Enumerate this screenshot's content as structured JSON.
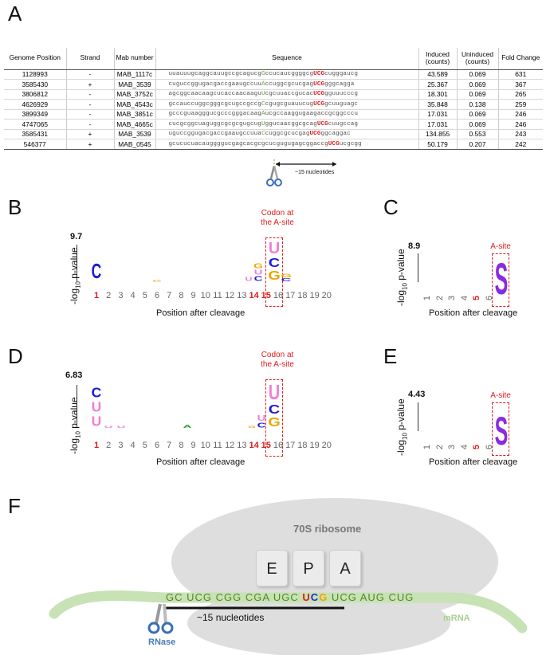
{
  "panels": {
    "a": "A",
    "b": "B",
    "c": "C",
    "d": "D",
    "e": "E",
    "f": "F"
  },
  "table": {
    "headers": [
      "Genome Position",
      "Strand",
      "Mab number",
      "Sequence",
      "Induced (counts)",
      "Uninduced (counts)",
      "Fold Change"
    ],
    "rows": [
      {
        "pos": "1128993",
        "strand": "-",
        "mab": "MAB_1117c",
        "seq_pre": "uuauuugcaggcauugccgcagucg",
        "seq_g": "G",
        "seq_mid": "ccucaucggggcg",
        "seq_ucg": "UCG",
        "seq_post": "cugggaucg",
        "induced": "43.589",
        "uninduced": "0.069",
        "fold": "631"
      },
      {
        "pos": "3585430",
        "strand": "+",
        "mab": "MAB_3539",
        "seq_pre": "cuguccggugacgaccgaaugccuu",
        "seq_g": "A",
        "seq_mid": "ccuggcgcucgag",
        "seq_ucg": "UCG",
        "seq_post": "gggcagga",
        "induced": "25.367",
        "uninduced": "0.069",
        "fold": "367"
      },
      {
        "pos": "3806812",
        "strand": "-",
        "mab": "MAB_3752c",
        "seq_pre": "agcggcaacaagcucaccaacaagu",
        "seq_g": "U",
        "seq_mid": "cgcuuaccgucac",
        "seq_ucg": "UCG",
        "seq_post": "gguuucccg",
        "induced": "18.301",
        "uninduced": "0.069",
        "fold": "265"
      },
      {
        "pos": "4626929",
        "strand": "-",
        "mab": "MAB_4543c",
        "seq_pre": "gccauccuggcgggcgcugccgccg",
        "seq_g": "C",
        "seq_mid": "cgugcguauucug",
        "seq_ucg": "UCG",
        "seq_post": "gcuuguagc",
        "induced": "35.848",
        "uninduced": "0.138",
        "fold": "259"
      },
      {
        "pos": "3899349",
        "strand": "-",
        "mab": "MAB_3851c",
        "seq_pre": "gcccguaagggucgcccgggacaag",
        "seq_g": "A",
        "seq_mid": "ucgccaaggugaa",
        "seq_ucg": "",
        "seq_post": "gaccgcggcccu",
        "induced": "17.031",
        "uninduced": "0.069",
        "fold": "246"
      },
      {
        "pos": "4747065",
        "strand": "-",
        "mab": "MAB_4665c",
        "seq_pre": "cucgcggcuaguggcgcgcgugcug",
        "seq_g": "U",
        "seq_mid": "ggucaacggcgcag",
        "seq_ucg": "UCG",
        "seq_post": "cuugccag",
        "induced": "17.031",
        "uninduced": "0.069",
        "fold": "246"
      },
      {
        "pos": "3585431",
        "strand": "+",
        "mab": "MAB_3539",
        "seq_pre": "uguccggugacgaccgaaugccuua",
        "seq_g": "C",
        "seq_mid": "cuggcgcucgag",
        "seq_ucg": "UCG",
        "seq_post": "ggcaggac",
        "induced": "134.855",
        "uninduced": "0.553",
        "fold": "243"
      },
      {
        "pos": "546377",
        "strand": "+",
        "mab": "MAB_0545",
        "seq_pre": "gcucucuacauggggucgagcacgcg",
        "seq_g": "",
        "seq_mid": "cucgugugagcggaccg",
        "seq_ucg": "UCG",
        "seq_post": "ucgcgg",
        "induced": "50.179",
        "uninduced": "0.207",
        "fold": "242"
      }
    ],
    "cleavage_note": "~15 nucleotides"
  },
  "logos": {
    "ylabel": "-log10 p-value",
    "xlabel": "Position after cleavage",
    "b": {
      "ymax": "9.7",
      "codon_label_1": "Codon at",
      "codon_label_2": "the A-site",
      "ticks": [
        "1",
        "2",
        "3",
        "4",
        "5",
        "6",
        "7",
        "8",
        "9",
        "10",
        "11",
        "12",
        "13",
        "14",
        "15",
        "16",
        "17",
        "18",
        "19",
        "20"
      ]
    },
    "c": {
      "ymax": "8.9",
      "site_label": "A-site",
      "ticks": [
        "1",
        "2",
        "3",
        "4",
        "5",
        "6"
      ]
    },
    "d": {
      "ymax": "6.83",
      "codon_label_1": "Codon at",
      "codon_label_2": "the A-site",
      "ticks": [
        "1",
        "2",
        "3",
        "4",
        "5",
        "6",
        "7",
        "8",
        "9",
        "10",
        "11",
        "12",
        "13",
        "14",
        "15",
        "16",
        "17",
        "18",
        "19",
        "20"
      ]
    },
    "e": {
      "ymax": "4.43",
      "site_label": "A-site",
      "ticks": [
        "1",
        "2",
        "3",
        "4",
        "5",
        "6"
      ]
    }
  },
  "ribosome": {
    "title": "70S ribosome",
    "sites": [
      "E",
      "P",
      "A"
    ],
    "seq_pre": "GC UCG CGG CGA UGC ",
    "seq_u": "U",
    "seq_c": "C",
    "seq_g": "G",
    "seq_post": " UCG AUG CUG",
    "mrna_label": "mRNA",
    "distance_label": "~15 nucleotides",
    "rnase_label": "RNase"
  },
  "colors": {
    "U": "#ef7fd8",
    "C": "#1b1bd6",
    "G": "#f0a500",
    "A": "#2e9d32",
    "S": "#8a2be2",
    "red": "#e01b1b"
  }
}
